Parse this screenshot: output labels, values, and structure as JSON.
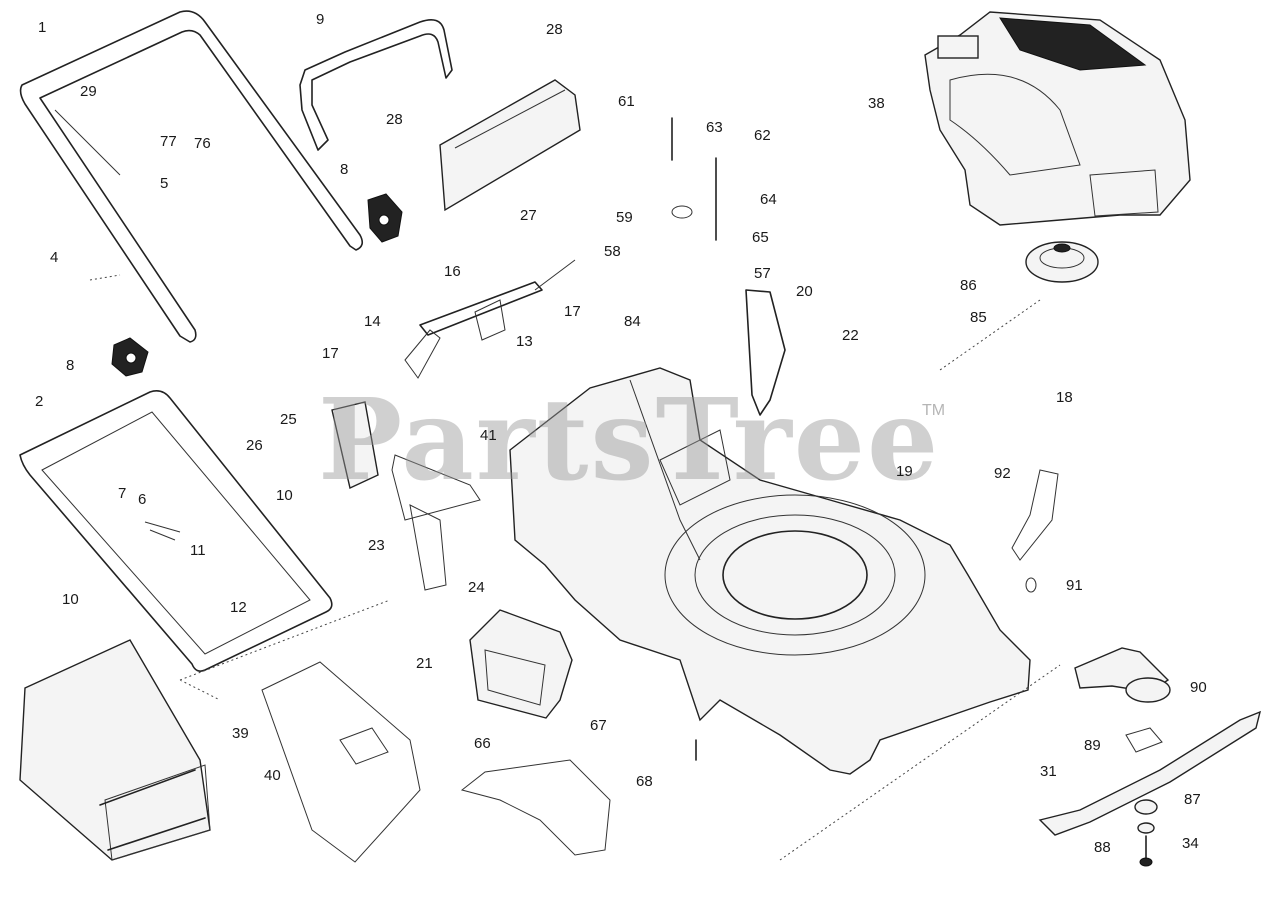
{
  "watermark": "PartsTree",
  "trademark": "TM",
  "part_labels": [
    {
      "id": "p1",
      "text": "1"
    },
    {
      "id": "p29",
      "text": "29"
    },
    {
      "id": "p77",
      "text": "77"
    },
    {
      "id": "p76",
      "text": "76"
    },
    {
      "id": "p5",
      "text": "5"
    },
    {
      "id": "p4",
      "text": "4"
    },
    {
      "id": "p8a",
      "text": "8"
    },
    {
      "id": "p2",
      "text": "2"
    },
    {
      "id": "p7",
      "text": "7"
    },
    {
      "id": "p6",
      "text": "6"
    },
    {
      "id": "p11",
      "text": "11"
    },
    {
      "id": "p10a",
      "text": "10"
    },
    {
      "id": "p12",
      "text": "12"
    },
    {
      "id": "p39",
      "text": "39"
    },
    {
      "id": "p40",
      "text": "40"
    },
    {
      "id": "p9",
      "text": "9"
    },
    {
      "id": "p28a",
      "text": "28"
    },
    {
      "id": "p28b",
      "text": "28"
    },
    {
      "id": "p8b",
      "text": "8"
    },
    {
      "id": "p27",
      "text": "27"
    },
    {
      "id": "p16",
      "text": "16"
    },
    {
      "id": "p14",
      "text": "14"
    },
    {
      "id": "p13",
      "text": "13"
    },
    {
      "id": "p17a",
      "text": "17"
    },
    {
      "id": "p17b",
      "text": "17"
    },
    {
      "id": "p25",
      "text": "25"
    },
    {
      "id": "p26",
      "text": "26"
    },
    {
      "id": "p10b",
      "text": "10"
    },
    {
      "id": "p23",
      "text": "23"
    },
    {
      "id": "p24",
      "text": "24"
    },
    {
      "id": "p21",
      "text": "21"
    },
    {
      "id": "p66",
      "text": "66"
    },
    {
      "id": "p67",
      "text": "67"
    },
    {
      "id": "p68",
      "text": "68"
    },
    {
      "id": "p61",
      "text": "61"
    },
    {
      "id": "p63",
      "text": "63"
    },
    {
      "id": "p62",
      "text": "62"
    },
    {
      "id": "p64",
      "text": "64"
    },
    {
      "id": "p59",
      "text": "59"
    },
    {
      "id": "p65",
      "text": "65"
    },
    {
      "id": "p58",
      "text": "58"
    },
    {
      "id": "p57",
      "text": "57"
    },
    {
      "id": "p20",
      "text": "20"
    },
    {
      "id": "p84",
      "text": "84"
    },
    {
      "id": "p22",
      "text": "22"
    },
    {
      "id": "p41",
      "text": "41"
    },
    {
      "id": "p19",
      "text": "19"
    },
    {
      "id": "p38",
      "text": "38"
    },
    {
      "id": "p86",
      "text": "86"
    },
    {
      "id": "p85",
      "text": "85"
    },
    {
      "id": "p18",
      "text": "18"
    },
    {
      "id": "p92",
      "text": "92"
    },
    {
      "id": "p91",
      "text": "91"
    },
    {
      "id": "p90",
      "text": "90"
    },
    {
      "id": "p89",
      "text": "89"
    },
    {
      "id": "p31",
      "text": "31"
    },
    {
      "id": "p87",
      "text": "87"
    },
    {
      "id": "p88",
      "text": "88"
    },
    {
      "id": "p34",
      "text": "34"
    }
  ]
}
